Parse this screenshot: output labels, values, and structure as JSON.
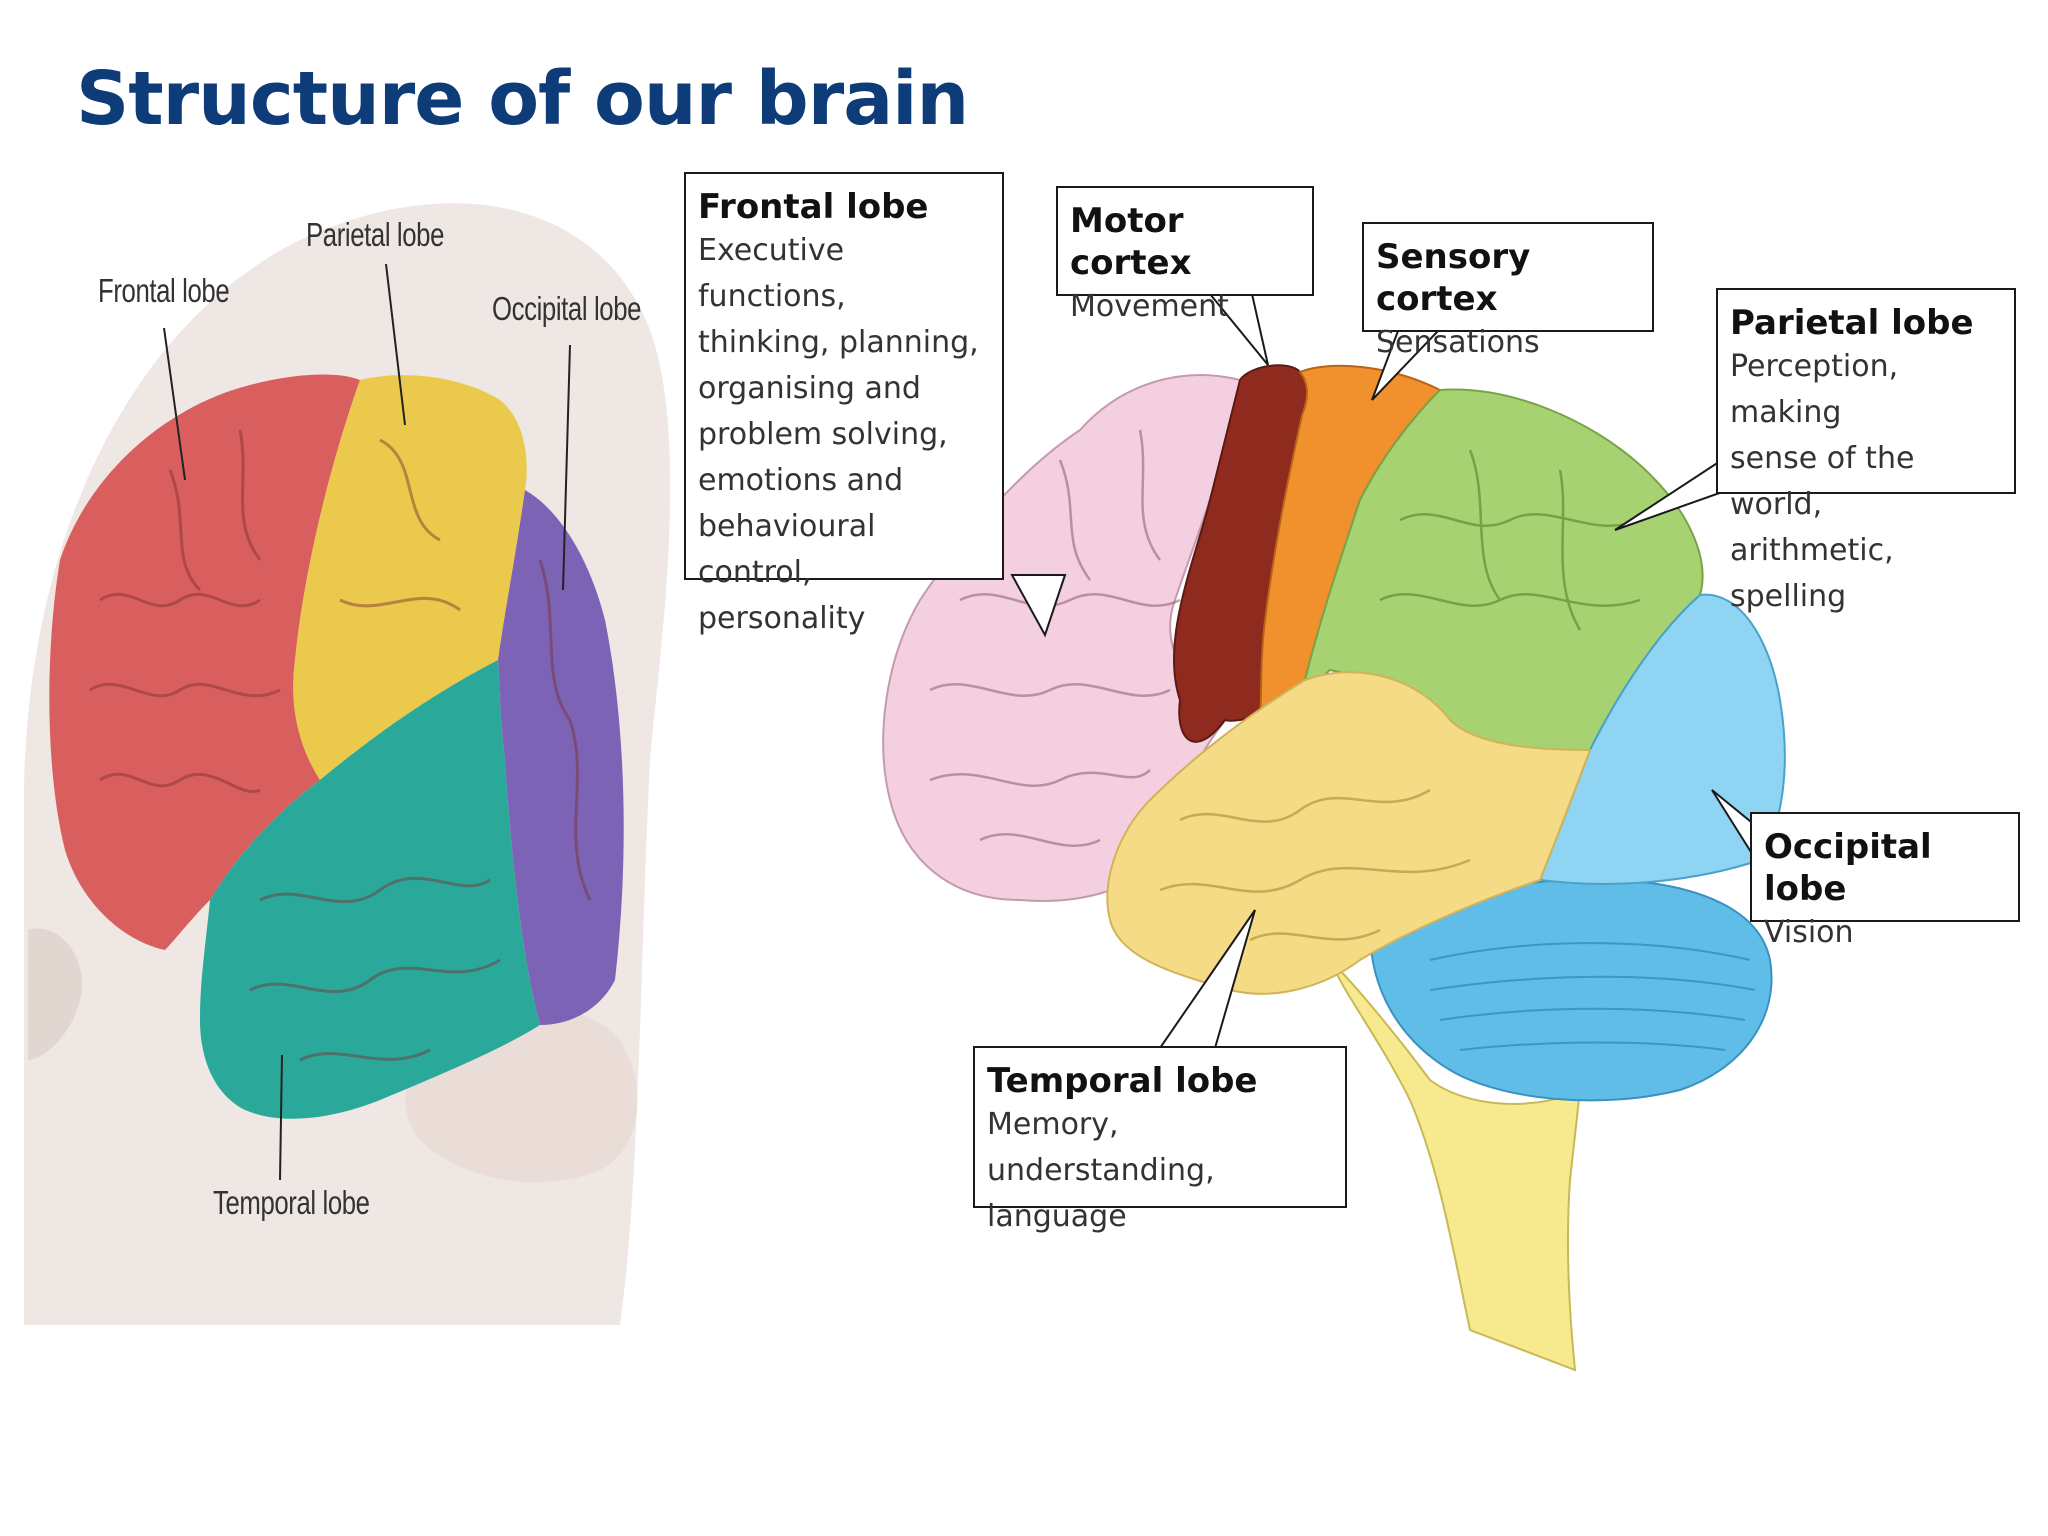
{
  "title": "Structure of our brain",
  "left_diagram": {
    "labels": {
      "frontal": "Frontal lobe",
      "parietal": "Parietal lobe",
      "occipital": "Occipital lobe",
      "temporal": "Temporal lobe"
    },
    "colors": {
      "frontal": "#d95f5f",
      "parietal": "#eac94d",
      "occipital": "#7d63b5",
      "temporal": "#2aa99b",
      "cerebellum": "#eadcd6",
      "head": "#efe7e3"
    }
  },
  "right_diagram": {
    "callouts": {
      "frontal": {
        "title": "Frontal lobe",
        "body": "Executive functions,\nthinking, planning,\norganising and\nproblem solving,\nemotions and\nbehavioural control,\npersonality"
      },
      "motor": {
        "title": "Motor cortex",
        "body": "Movement"
      },
      "sensory": {
        "title": "Sensory cortex",
        "body": "Sensations"
      },
      "parietal": {
        "title": "Parietal lobe",
        "body": "Perception, making\nsense of the world,\narithmetic, spelling"
      },
      "occipital": {
        "title": "Occipital lobe",
        "body": "Vision"
      },
      "temporal": {
        "title": "Temporal lobe",
        "body": "Memory, understanding,\nlanguage"
      }
    },
    "colors": {
      "frontal": "#f3cfe0",
      "motor": "#8e2b1e",
      "sensory": "#f1912e",
      "parietal": "#a6d271",
      "occipital": "#8fd4f2",
      "temporal": "#f5db86",
      "cerebellum": "#5fbde8",
      "brainstem": "#f7e98e"
    }
  }
}
